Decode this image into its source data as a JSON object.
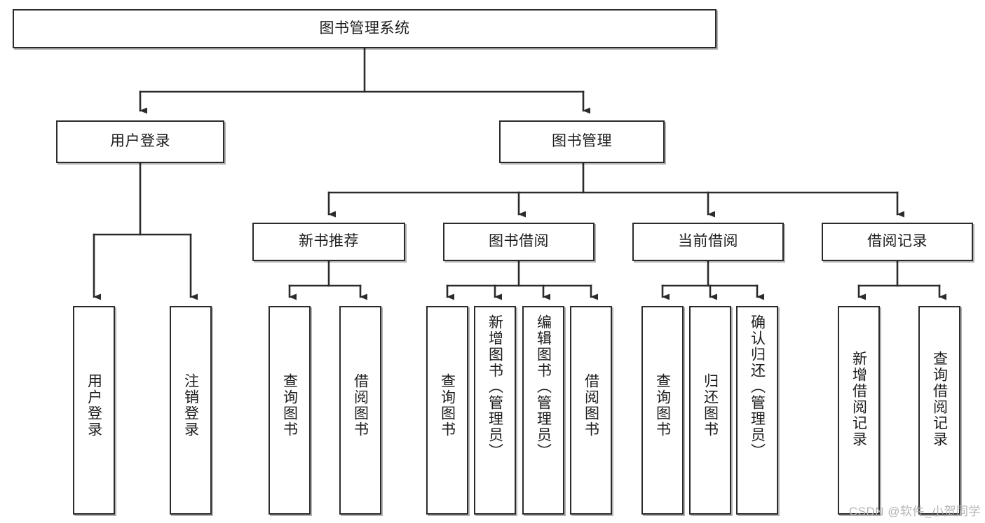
{
  "diagram": {
    "title": "图书管理系统",
    "type": "tree-hierarchy",
    "watermark": "CSDN @软件_小贺同学",
    "colors": {
      "background": "#ffffff",
      "node_fill": "#ffffff",
      "node_border": "#2b2b2b",
      "edge": "#2b2b2b",
      "text": "#1c1c1c",
      "watermark": "#b4b4b4"
    },
    "root": {
      "label": "图书管理系统",
      "orientation": "horizontal"
    },
    "level2": [
      {
        "label": "用户登录",
        "orientation": "horizontal"
      },
      {
        "label": "图书管理",
        "orientation": "horizontal"
      }
    ],
    "level3": [
      {
        "label": "新书推荐",
        "orientation": "horizontal"
      },
      {
        "label": "图书借阅",
        "orientation": "horizontal"
      },
      {
        "label": "当前借阅",
        "orientation": "horizontal"
      },
      {
        "label": "借阅记录",
        "orientation": "horizontal"
      }
    ],
    "leaves": {
      "user_login": [
        {
          "label": "用户登录",
          "orientation": "vertical"
        },
        {
          "label": "注销登录",
          "orientation": "vertical"
        }
      ],
      "new_book_recommend": [
        {
          "label": "查询图书",
          "orientation": "vertical"
        },
        {
          "label": "借阅图书",
          "orientation": "vertical"
        }
      ],
      "book_borrow": [
        {
          "label": "查询图书",
          "orientation": "vertical"
        },
        {
          "label": "新增图书（管理员）",
          "orientation": "vertical"
        },
        {
          "label": "编辑图书（管理员）",
          "orientation": "vertical"
        },
        {
          "label": "借阅图书",
          "orientation": "vertical"
        }
      ],
      "current_borrow": [
        {
          "label": "查询图书",
          "orientation": "vertical"
        },
        {
          "label": "归还图书",
          "orientation": "vertical"
        },
        {
          "label": "确认归还（管理员）",
          "orientation": "vertical"
        }
      ],
      "borrow_record": [
        {
          "label": "新增借阅记录",
          "orientation": "vertical"
        },
        {
          "label": "查询借阅记录",
          "orientation": "vertical"
        }
      ]
    }
  }
}
